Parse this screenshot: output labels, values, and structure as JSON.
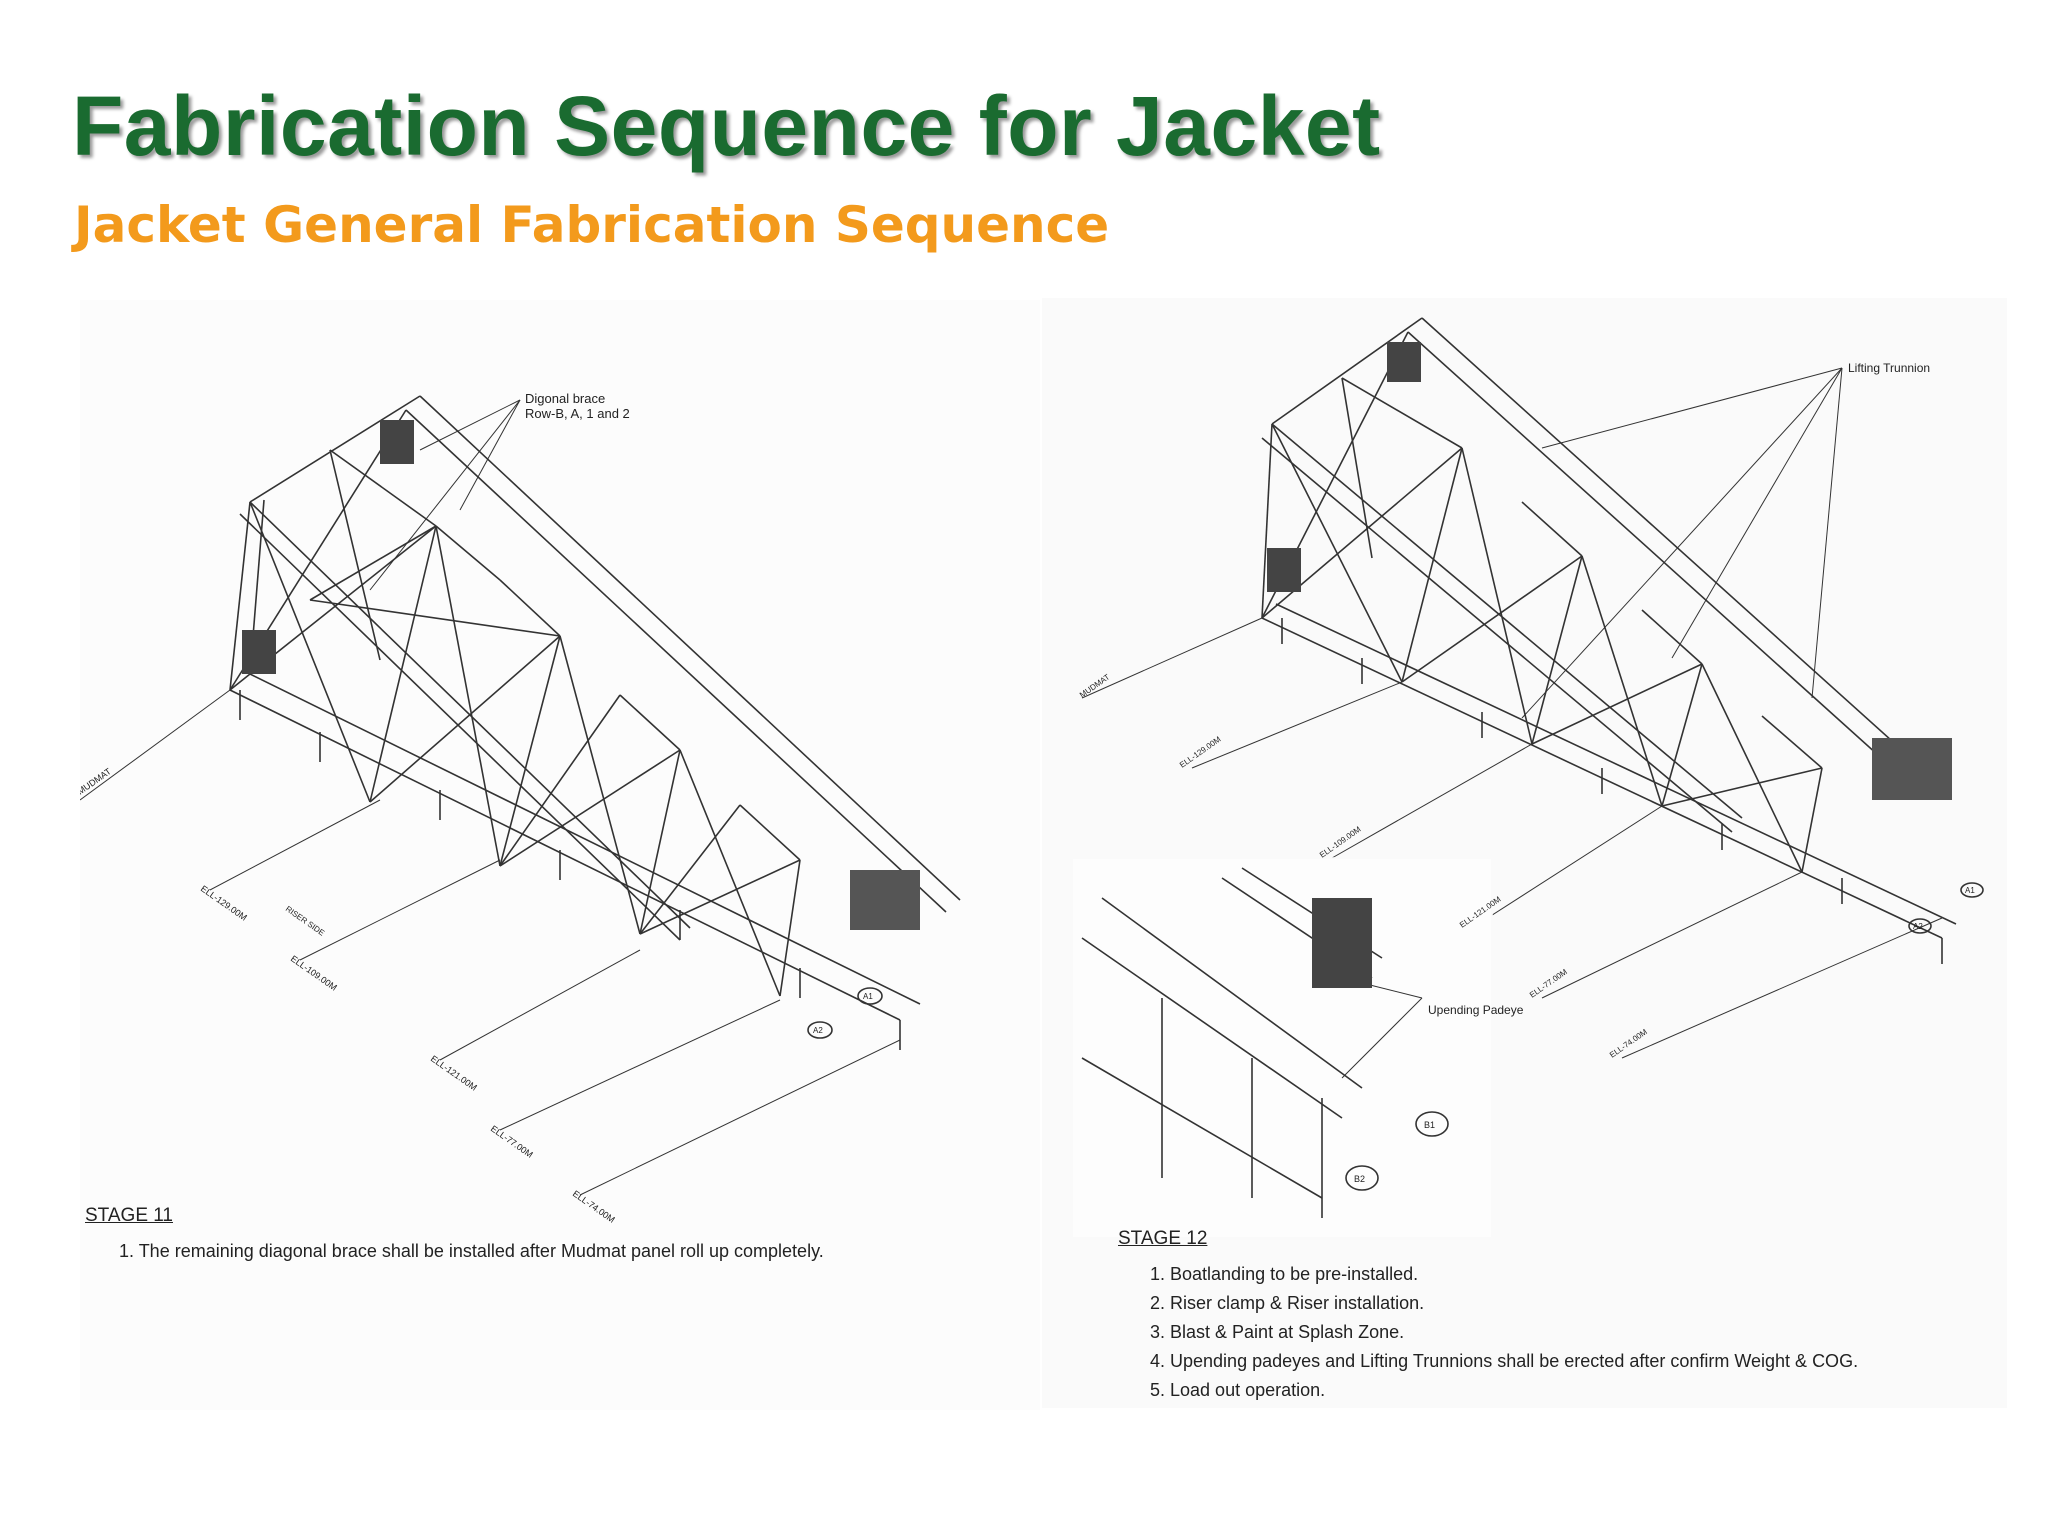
{
  "slide": {
    "title": "Fabrication Sequence for Jacket",
    "subtitle": "Jacket General Fabrication Sequence",
    "colors": {
      "title": "#1a6b30",
      "subtitle": "#f39a1c"
    }
  },
  "left_panel": {
    "callout_line1": "Digonal brace",
    "callout_line2": "Row-B, A, 1 and 2",
    "mudmat_label": "MUDMAT",
    "elevations": [
      "ELL-129.00M",
      "ELL-109.00M",
      "ELL-121.00M",
      "ELL-77.00M",
      "ELL-74.00M"
    ],
    "riser_side": "RISER SIDE",
    "grid_markers": [
      "A1",
      "A2"
    ],
    "stage_title": "STAGE 11",
    "notes": [
      "1. The remaining diagonal brace shall be installed after Mudmat panel roll up completely."
    ]
  },
  "right_panel": {
    "lifting_trunnion": "Lifting Trunnion",
    "upending_padeye": "Upending Padeye",
    "mudmat_label": "MUDMAT",
    "elevations": [
      "ELL-129.00M",
      "ELL-109.00M",
      "ELL-121.00M",
      "ELL-77.00M",
      "ELL-74.00M"
    ],
    "grid_markers": [
      "A1",
      "A2",
      "B1",
      "B2"
    ],
    "stage_title": "STAGE 12",
    "notes": [
      "1. Boatlanding to be pre-installed.",
      "2. Riser clamp & Riser installation.",
      "3. Blast & Paint at Splash Zone.",
      "4. Upending padeyes and Lifting Trunnions shall be erected after confirm Weight & COG.",
      "5. Load out operation."
    ]
  }
}
